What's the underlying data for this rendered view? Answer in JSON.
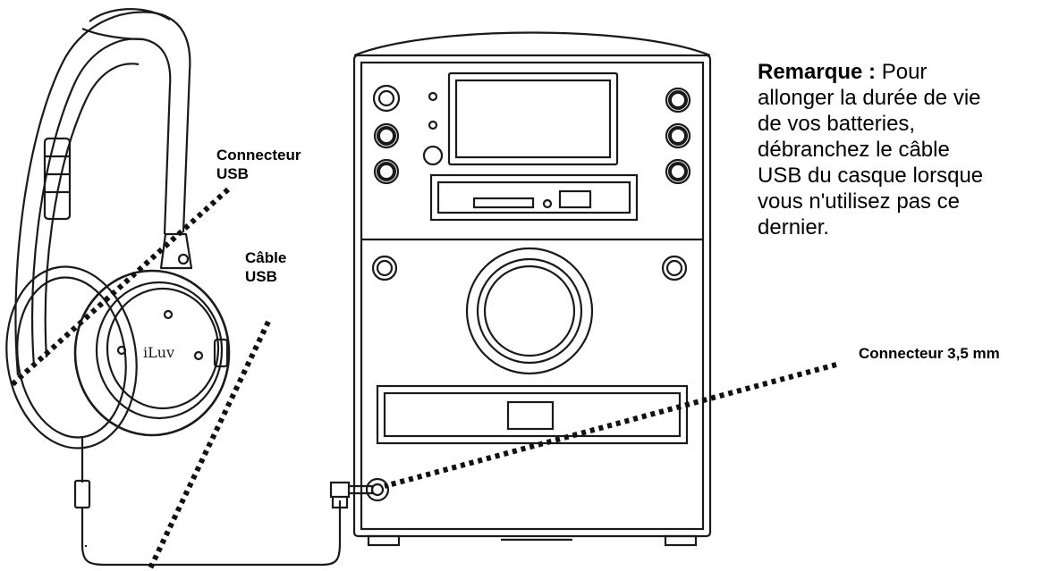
{
  "labels": {
    "usb_connector_line1": "Connecteur",
    "usb_connector_line2": "USB",
    "usb_cable_line1": "Câble",
    "usb_cable_line2": "USB",
    "jack_connector": "Connecteur 3,5 mm",
    "headphone_brand": "iLuv"
  },
  "note": {
    "lead": "Remarque :",
    "lines": [
      "Pour",
      "allonger la durée de vie",
      "de vos batteries,",
      "débranchez le câble",
      "USB du casque lorsque",
      "vous n'utilisez pas ce",
      "dernier."
    ]
  },
  "colors": {
    "line": "#1a1a1a",
    "background": "#ffffff"
  }
}
